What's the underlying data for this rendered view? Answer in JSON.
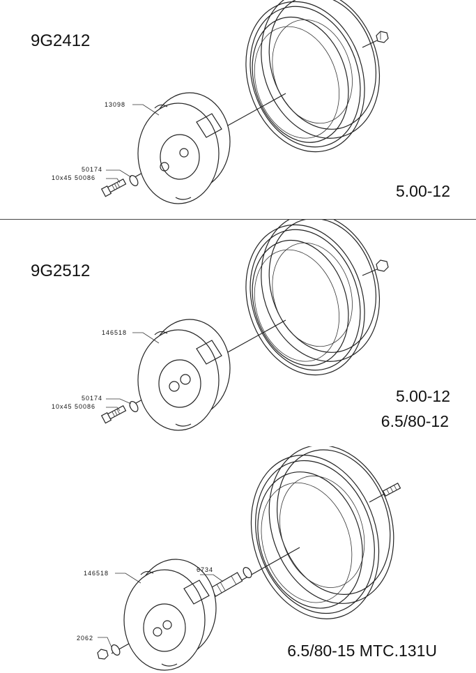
{
  "panels": [
    {
      "code": "9G2412",
      "sizes": [
        "5.00-12"
      ],
      "parts": {
        "weight": "13098",
        "washer": "50174",
        "bolt": "10x45  50086"
      }
    },
    {
      "code": "9G2512",
      "sizes": [
        "5.00-12",
        "6.5/80-12"
      ],
      "parts": {
        "weight": "146518",
        "washer": "50174",
        "bolt": "10x45  50086"
      }
    },
    {
      "code": "",
      "sizes": [
        "6.5/80-15  MTC.131U"
      ],
      "parts": {
        "weight": "146518",
        "spacer": "6734",
        "nut": "2062"
      }
    }
  ],
  "colors": {
    "line": "#222222",
    "background": "#ffffff"
  }
}
